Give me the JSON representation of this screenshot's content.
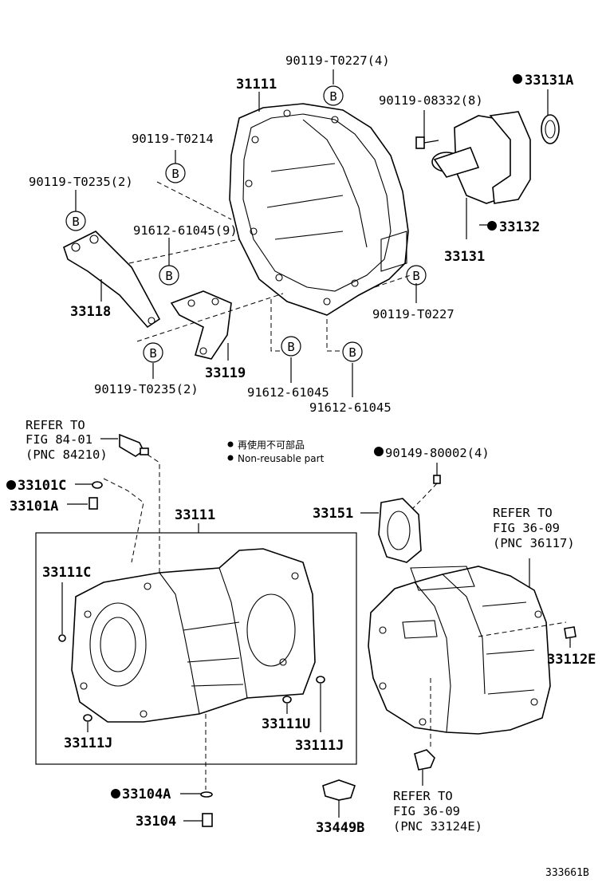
{
  "labels": {
    "p90119_T0227_4": "90119-T0227(4)",
    "p31111": "31111",
    "p33131A": "33131A",
    "p90119_08332_8": "90119-08332(8)",
    "p90119_T0214": "90119-T0214",
    "p90119_T0235_2a": "90119-T0235(2)",
    "p91612_61045_9": "91612-61045(9)",
    "p33132": "33132",
    "p33131": "33131",
    "p33118": "33118",
    "p90119_T0227": "90119-T0227",
    "p33119": "33119",
    "p90119_T0235_2b": "90119-T0235(2)",
    "p91612_61045a": "91612-61045",
    "p91612_61045b": "91612-61045",
    "refer_fig84_1": "REFER TO",
    "refer_fig84_2": "FIG 84-01",
    "refer_fig84_3": "(PNC 84210)",
    "p33101C": "33101C",
    "p33101A": "33101A",
    "p90149_80002_4": "90149-80002(4)",
    "p33111": "33111",
    "p33151": "33151",
    "refer_fig36a_1": "REFER TO",
    "refer_fig36a_2": "FIG 36-09",
    "refer_fig36a_3": "(PNC 36117)",
    "p33111C": "33111C",
    "p33112E": "33112E",
    "p33111U": "33111U",
    "p33111J_a": "33111J",
    "p33111J_b": "33111J",
    "p33104A": "33104A",
    "p33104": "33104",
    "p33449B": "33449B",
    "refer_fig36b_1": "REFER TO",
    "refer_fig36b_2": "FIG 36-09",
    "refer_fig36b_3": "(PNC 33124E)",
    "figure_id": "333661B"
  },
  "legend": {
    "jp": "再使用不可部品",
    "en": "Non-reusable part"
  },
  "callout": "B"
}
